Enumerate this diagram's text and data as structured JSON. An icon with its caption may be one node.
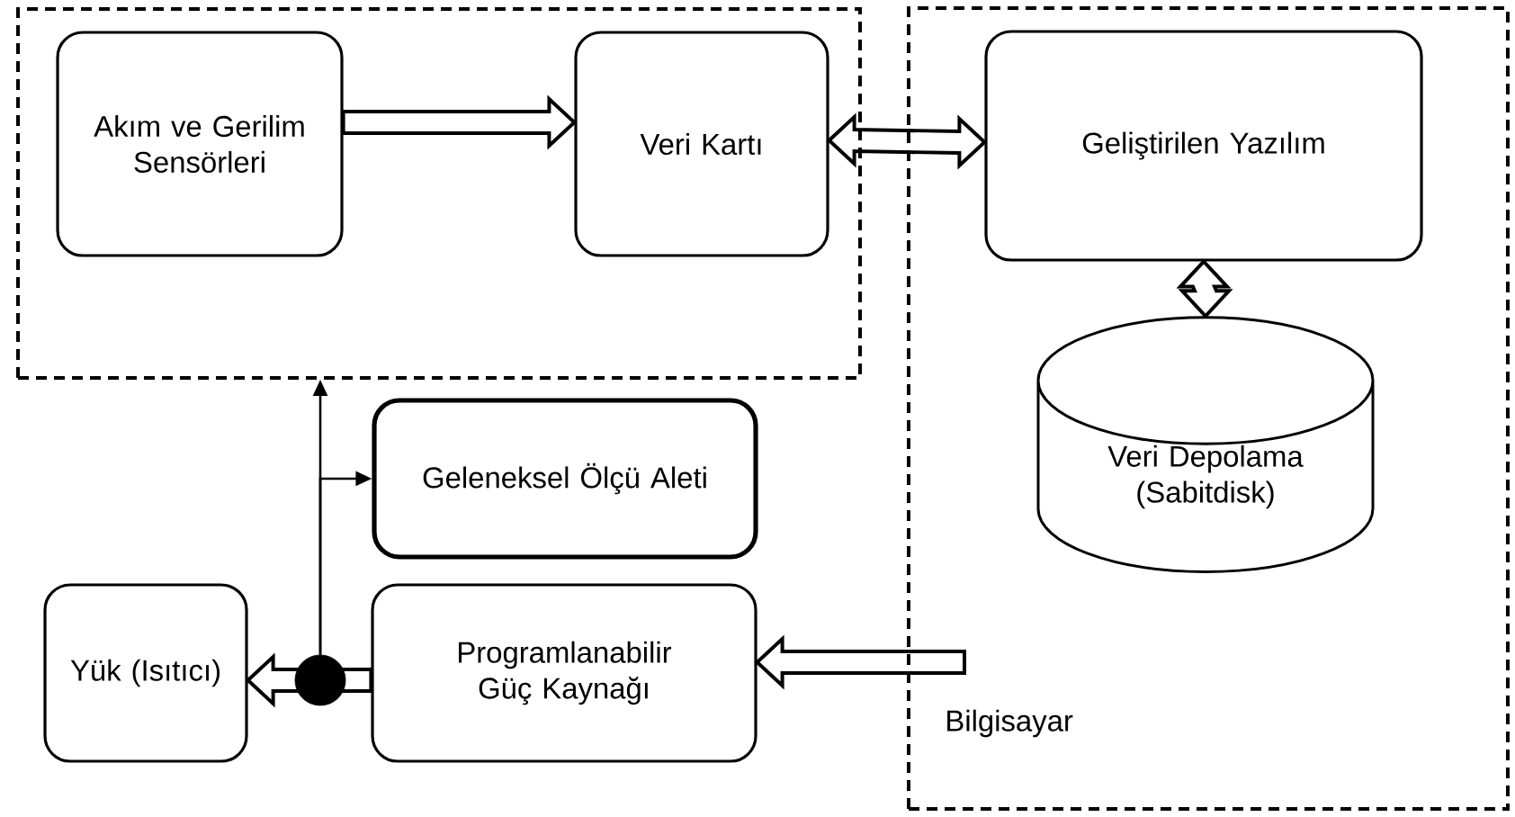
{
  "diagram": {
    "nodes": [
      {
        "text": [],
        "shape": "box"
      },
      {
        "text": [
          "Akım ve Gerilim Sensörleri"
        ],
        "in": 0
      },
      {
        "text": [
          "Veri Kartı"
        ],
        "in": 0
      },
      {
        "text": [
          "Bilgisayar"
        ]
      },
      {
        "text": [
          "Geliştirilen Yazılım"
        ],
        "in": 3
      },
      {
        "text": [
          "Veri Depolama (Sabitdisk)"
        ],
        "in": 3
      },
      {
        "text": [
          "Geleneksel Ölçü Aleti"
        ]
      },
      {
        "text": [
          "Yük (Isıtıcı)"
        ]
      },
      {
        "text": [
          "Programlanabilir Güç Kaynağı"
        ]
      },
      {
        "text": [],
        "shape": "circle"
      }
    ],
    "edges": [
      {
        "from": 1,
        "to": 2,
        "arrow": "to",
        "style": "thick"
      },
      {
        "from": 2,
        "to": 4,
        "arrow": "both",
        "style": "thick"
      },
      {
        "from": 4,
        "to": 5,
        "arrow": "both",
        "style": "thick"
      },
      {
        "from": 3,
        "to": 8,
        "arrow": "to",
        "style": "thick"
      },
      {
        "from": 8,
        "to": 9,
        "arrow": "none",
        "style": "thick"
      },
      {
        "from": 9,
        "to": 7,
        "arrow": "to",
        "style": "thick"
      },
      {
        "from": 9,
        "to": 0,
        "arrow": "to"
      },
      {
        "from": 9,
        "to": 6,
        "arrow": "to"
      }
    ]
  }
}
